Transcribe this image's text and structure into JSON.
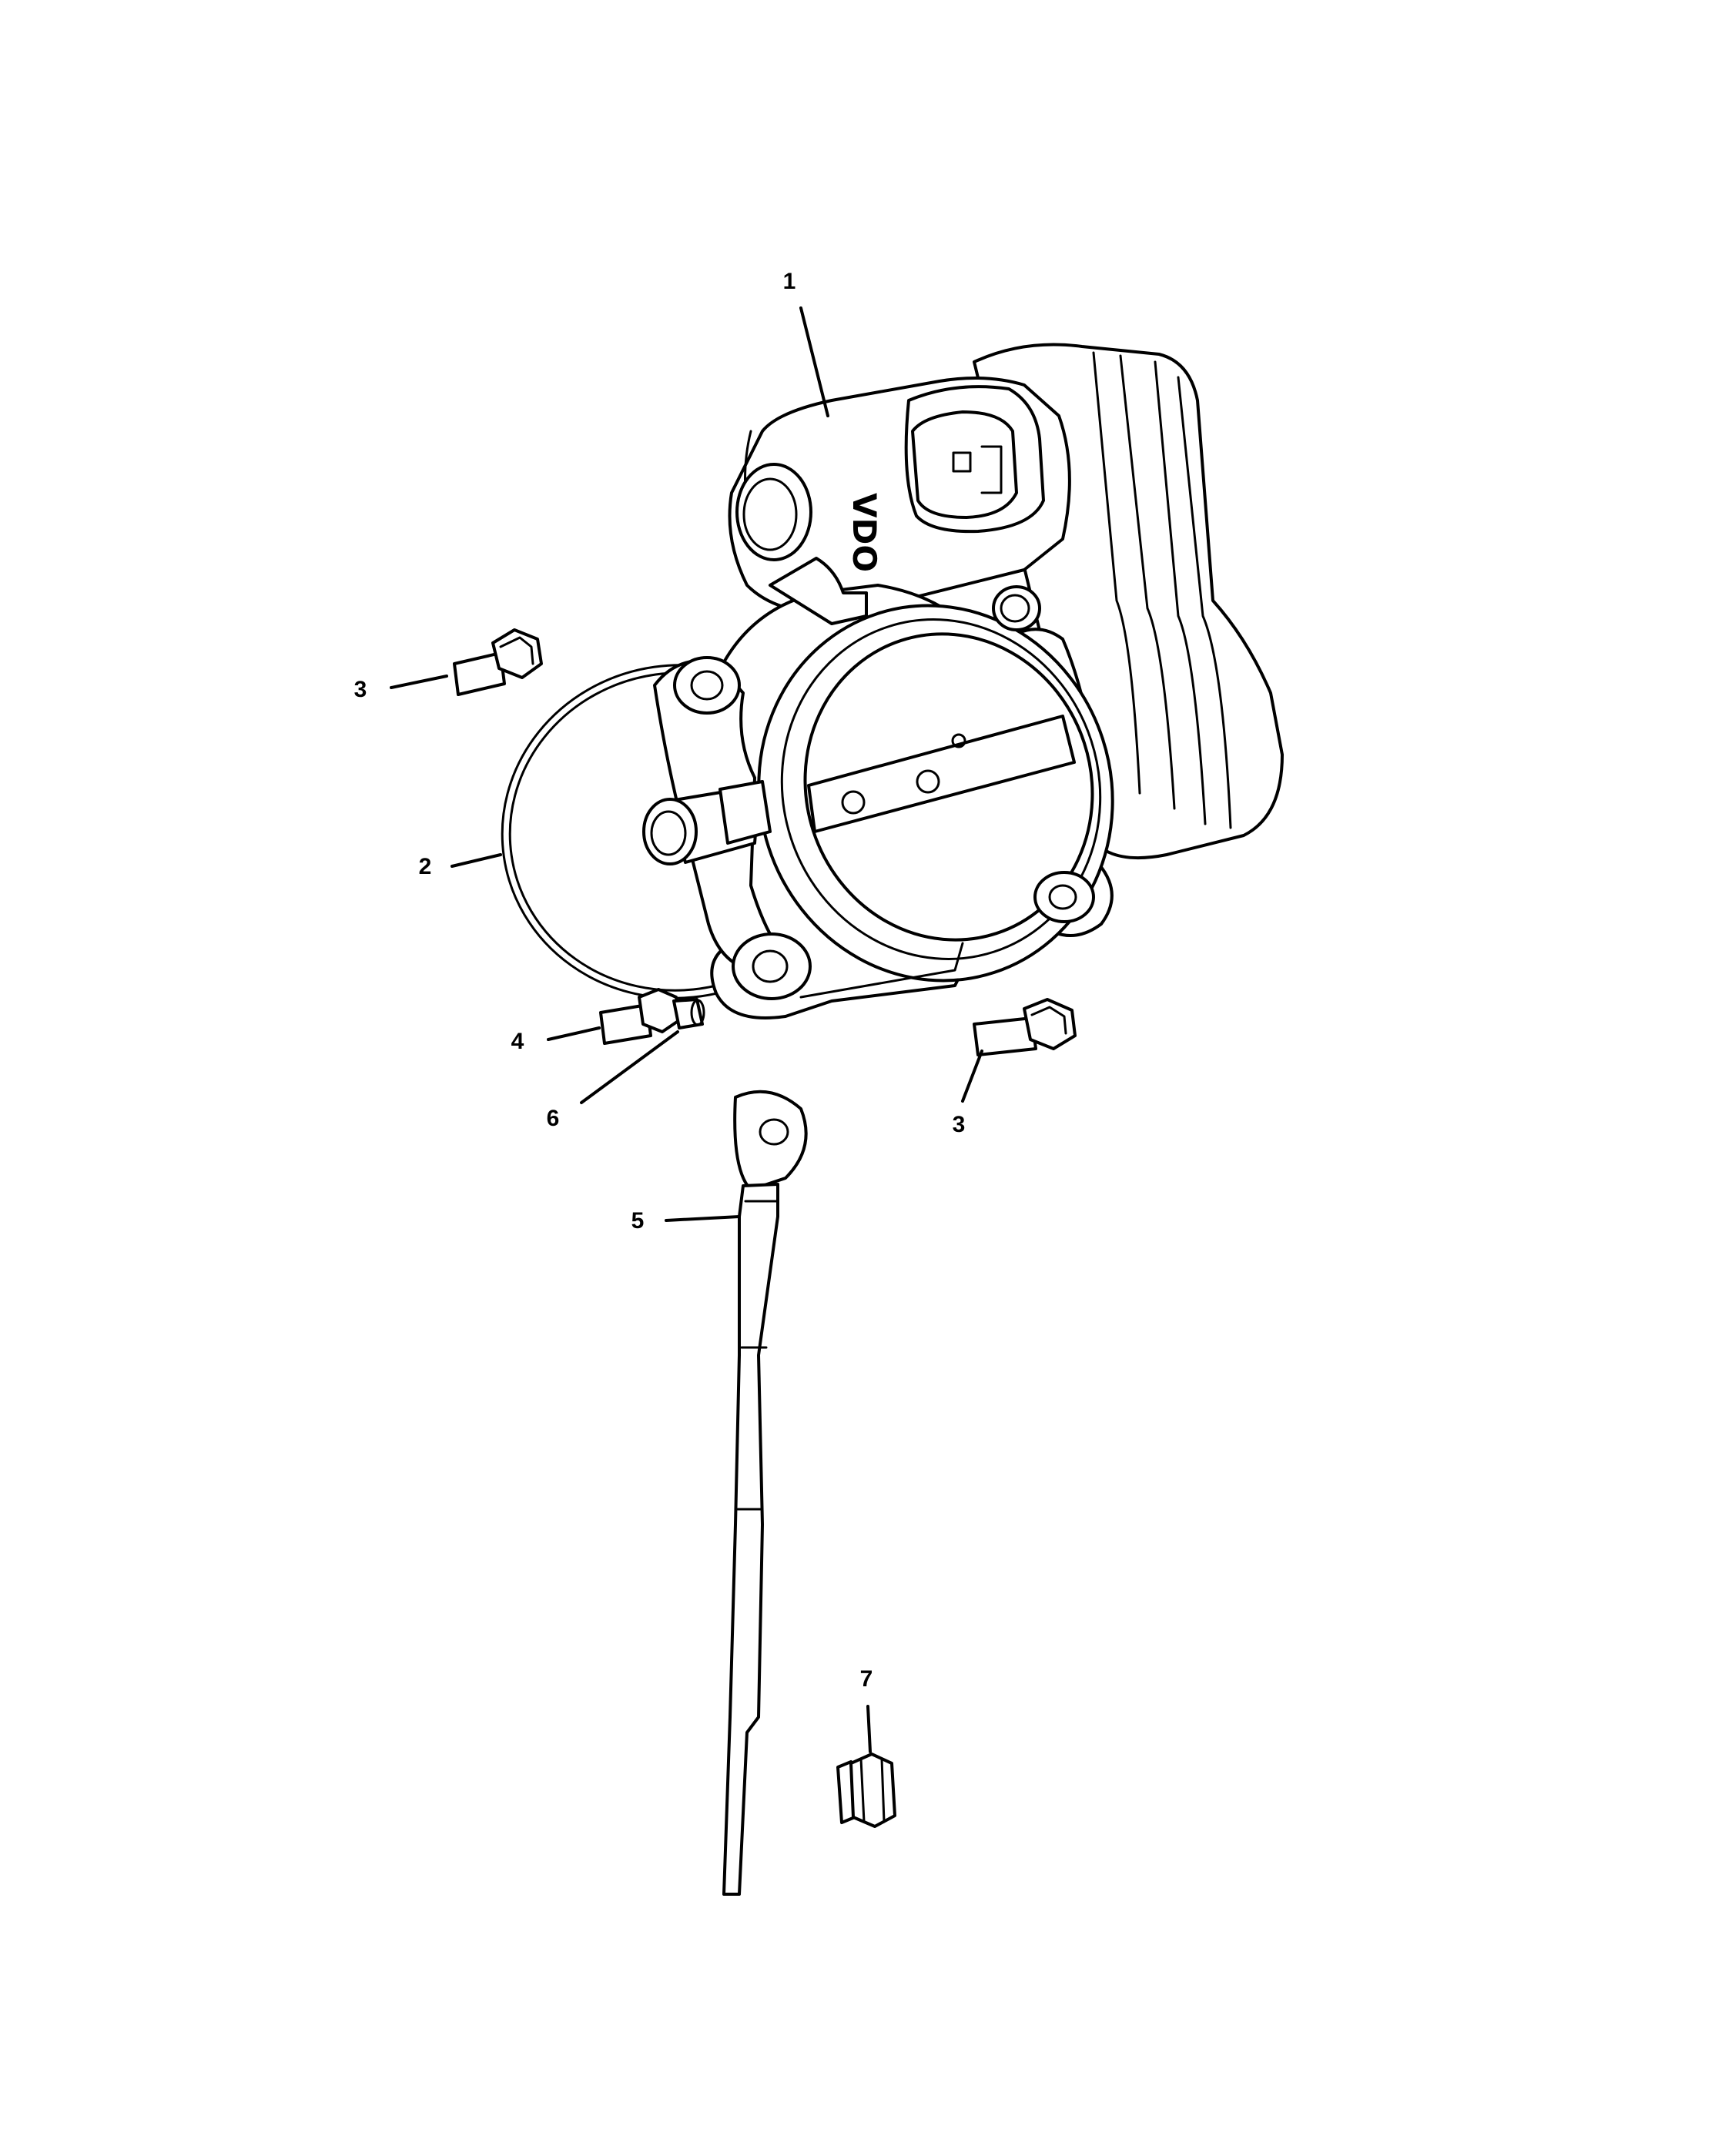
{
  "brand_marking": "VDO",
  "callouts": [
    {
      "id": "c1",
      "label": "1"
    },
    {
      "id": "c2",
      "label": "2"
    },
    {
      "id": "c3a",
      "label": "3"
    },
    {
      "id": "c3b",
      "label": "3"
    },
    {
      "id": "c4",
      "label": "4"
    },
    {
      "id": "c5",
      "label": "5"
    },
    {
      "id": "c6",
      "label": "6"
    },
    {
      "id": "c7",
      "label": "7"
    }
  ],
  "colors": {
    "line": "#000000",
    "background": "#ffffff"
  }
}
